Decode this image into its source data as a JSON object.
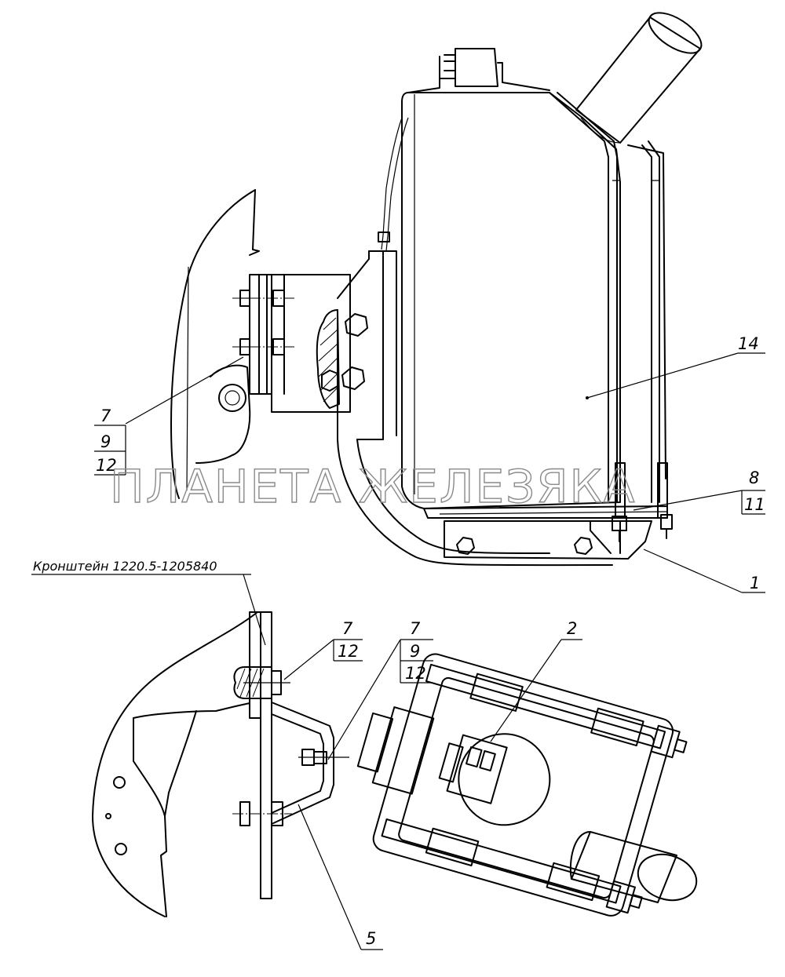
{
  "watermark": "ПЛАНЕТА ЖЕЛЕЗЯКА",
  "bracket_caption": "Кронштейн 1220.5-1205840",
  "callouts": {
    "c14": "14",
    "c1": "1",
    "c2": "2",
    "c5": "5",
    "group_top_left": [
      "7",
      "9",
      "12"
    ],
    "group_right": [
      "8",
      "11"
    ],
    "group_mid": [
      "7",
      "12"
    ],
    "group_mid2": [
      "7",
      "9",
      "12"
    ]
  }
}
